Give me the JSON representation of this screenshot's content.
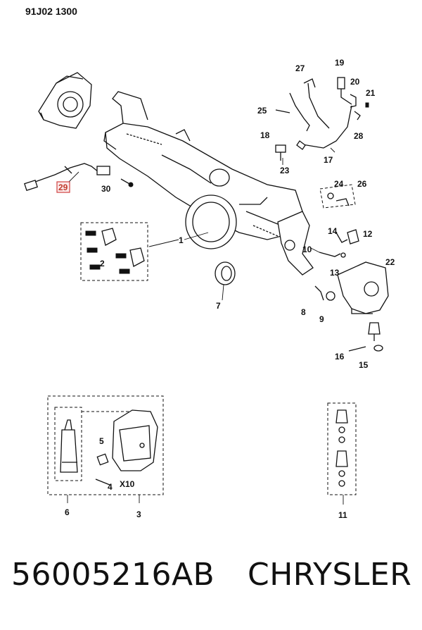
{
  "header": {
    "diagram_code": "91J02 1300"
  },
  "footer": {
    "part_number": "56005216AB",
    "brand": "CHRYSLER"
  },
  "callouts": {
    "c1": "1",
    "c2": "2",
    "c3": "3",
    "c4": "4",
    "c5": "5",
    "c6": "6",
    "c7": "7",
    "c8": "8",
    "c9": "9",
    "c10": "10",
    "c11": "11",
    "c12": "12",
    "c13": "13",
    "c14": "14",
    "c15": "15",
    "c16": "16",
    "c17": "17",
    "c18": "18",
    "c19": "19",
    "c20": "20",
    "c21": "21",
    "c22": "22",
    "c23": "23",
    "c24": "24",
    "c25": "25",
    "c26": "26",
    "c27": "27",
    "c28": "28",
    "c29": "29",
    "c30": "30",
    "multiplier": "X10"
  },
  "highlight": {
    "callout": "29",
    "color": "#d04040"
  }
}
